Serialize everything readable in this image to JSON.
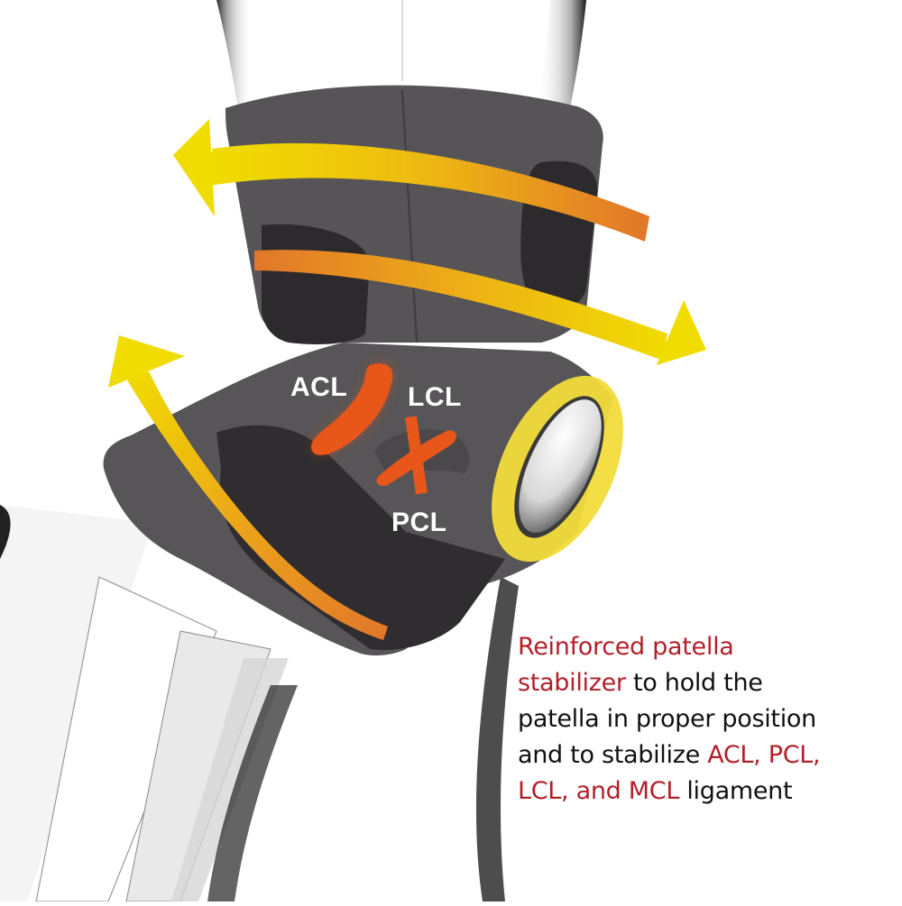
{
  "illustration": {
    "subject": "knee brace on leg",
    "colors": {
      "background": "#ffffff",
      "brace": "#565456",
      "brace_dark_pad": "#2c2a2c",
      "arrow_yellow": "#f0d800",
      "arrow_orange": "#e2792a",
      "ligament_orange": "#e8561a",
      "patella_ring": "#f2dc3c",
      "caption_highlight": "#b3202a",
      "caption_text": "#111111"
    },
    "ligament_labels": {
      "acl": "ACL",
      "lcl": "LCL",
      "pcl": "PCL"
    },
    "arrows": [
      {
        "name": "upper-left-arrow",
        "direction": "left"
      },
      {
        "name": "middle-right-arrow",
        "direction": "right"
      },
      {
        "name": "lower-diagonal-arrow",
        "direction": "up-left"
      }
    ]
  },
  "caption": {
    "line1_hl": "Reinforced patella",
    "line2_hl": "stabilizer",
    "line2_rest": " to hold the",
    "line3": "patella in proper position",
    "line4_pre": "and to stabilize ",
    "line4_hl": "ACL, PCL,",
    "line5_hl": "LCL, and MCL",
    "line5_rest": " ligament"
  }
}
